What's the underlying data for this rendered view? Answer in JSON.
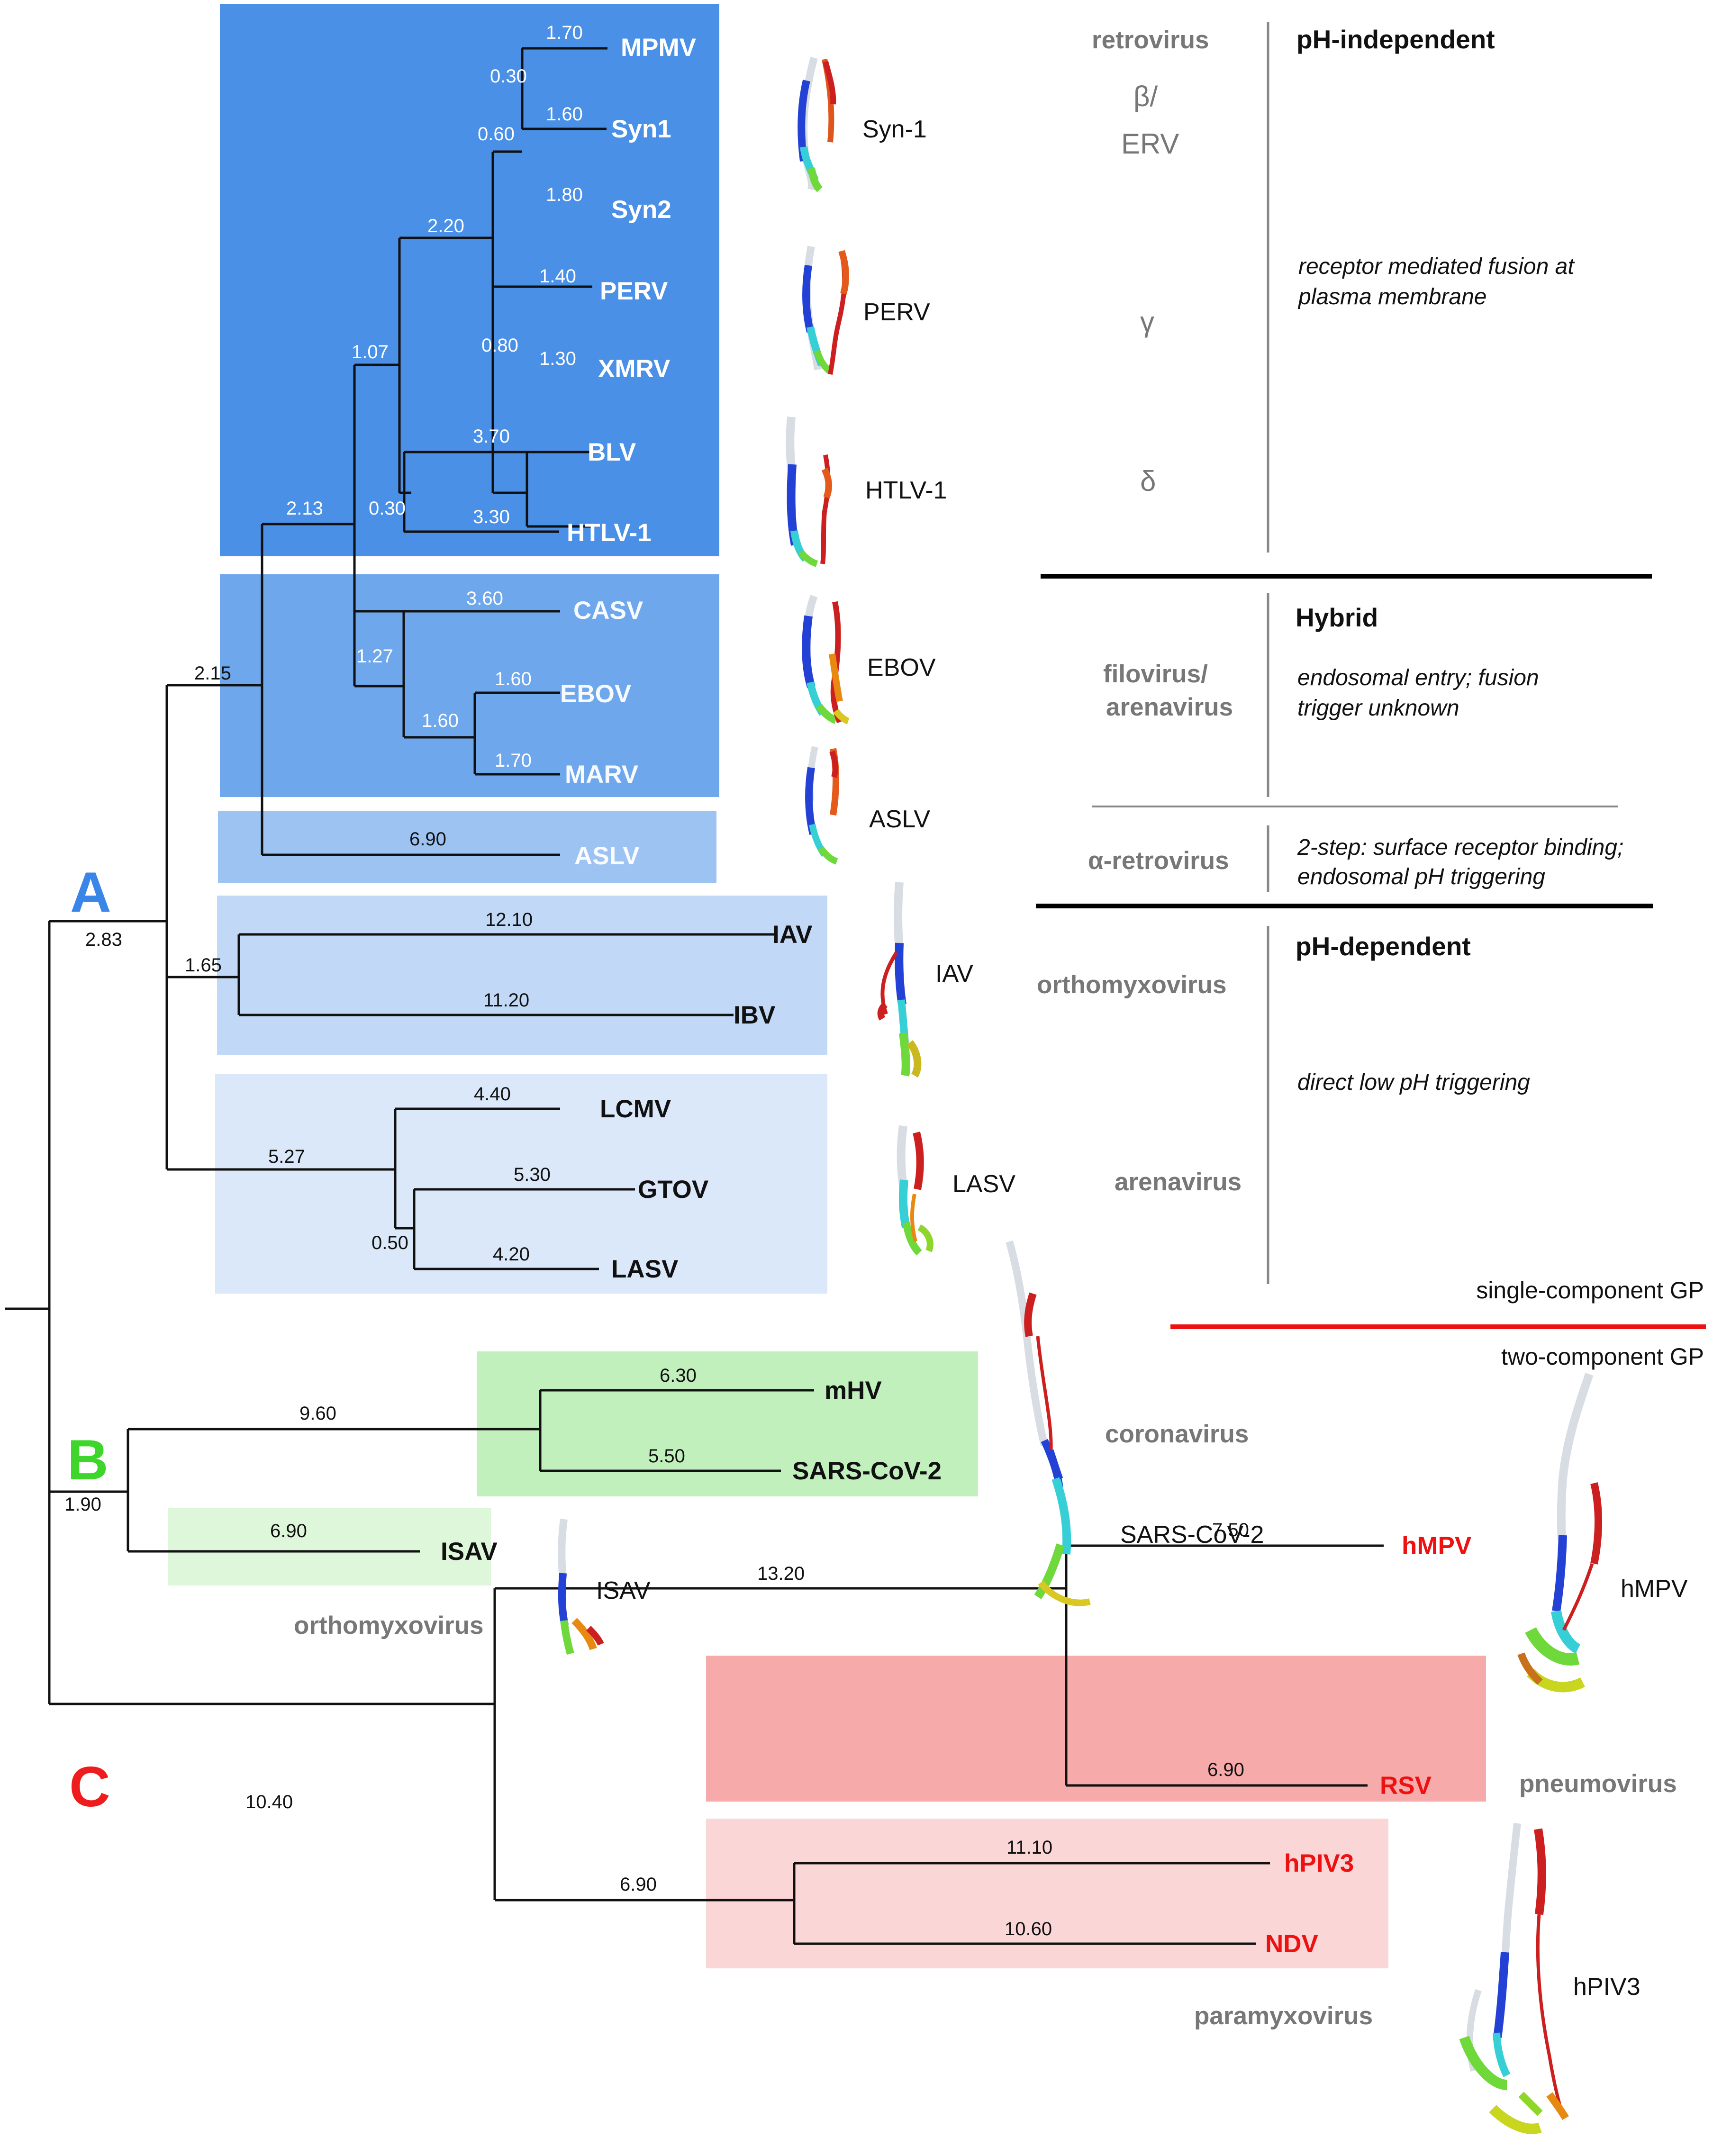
{
  "clades": {
    "a": {
      "label": "A",
      "color": "#3a85e8"
    },
    "b": {
      "label": "B",
      "color": "#3ed62a"
    },
    "c": {
      "label": "C",
      "color": "#ee1c1c"
    }
  },
  "branch_labels": {
    "root_a": "2.83",
    "root_b": "1.90",
    "root_c": "10.40",
    "n_a1": "2.15",
    "n_a2": "1.65",
    "n_a3": "5.27",
    "n_ret": "2.13",
    "n_ret2": "1.07",
    "n_ret3": "2.20",
    "n_ret4": "0.60",
    "n_ret5": "0.30",
    "n_ret6": "0.80",
    "n_ret7": "0.30",
    "n_fil": "1.27",
    "n_fil2": "1.60",
    "mpmv": "1.70",
    "syn1": "1.60",
    "syn2": "1.80",
    "perv": "1.40",
    "xmrv": "1.30",
    "blv": "3.70",
    "htlv1": "3.30",
    "casv": "3.60",
    "ebov": "1.60",
    "marv": "1.70",
    "aslv": "6.90",
    "iav": "12.10",
    "ibv": "11.20",
    "lcmv": "4.40",
    "gtov": "5.30",
    "lasv": "4.20",
    "n_are": "0.50",
    "n_b1": "9.60",
    "mhv": "6.30",
    "sars": "5.50",
    "isav": "6.90",
    "n_c1": "13.20",
    "hmpv": "7.50",
    "rsv": "6.90",
    "n_c2": "6.90",
    "hpiv3": "11.10",
    "ndv": "10.60"
  },
  "tips": {
    "mpmv": "MPMV",
    "syn1": "Syn1",
    "syn2": "Syn2",
    "perv": "PERV",
    "xmrv": "XMRV",
    "blv": "BLV",
    "htlv1": "HTLV-1",
    "casv": "CASV",
    "ebov": "EBOV",
    "marv": "MARV",
    "aslv": "ASLV",
    "iav": "IAV",
    "ibv": "IBV",
    "lcmv": "LCMV",
    "gtov": "GTOV",
    "lasv": "LASV",
    "mhv": "mHV",
    "sars": "SARS-CoV-2",
    "isav": "ISAV",
    "hmpv": "hMPV",
    "rsv": "RSV",
    "hpiv3": "hPIV3",
    "ndv": "NDV"
  },
  "structures": {
    "syn1": "Syn-1",
    "perv": "PERV",
    "htlv1": "HTLV-1",
    "ebov": "EBOV",
    "aslv": "ASLV",
    "iav": "IAV",
    "lasv": "LASV",
    "sars": "SARS-CoV-2",
    "isav": "ISAV",
    "hmpv": "hMPV",
    "hpiv3": "hPIV3"
  },
  "families": {
    "retrovirus": "retrovirus",
    "beta_erv_1": "β/",
    "beta_erv_2": "ERV",
    "gamma": "γ",
    "delta": "δ",
    "filo_1": "filovirus/",
    "filo_2": "arenavirus",
    "alpha_retro": "α-retrovirus",
    "orthomyxo": "orthomyxovirus",
    "arena": "arenavirus",
    "corona": "coronavirus",
    "orthomyxo_b": "orthomyxovirus",
    "pneumo": "pneumovirus",
    "paramyxo": "paramyxovirus"
  },
  "mechanisms": {
    "ph_independent": "pH-independent",
    "ph_independent_desc_1": "receptor mediated fusion at",
    "ph_independent_desc_2": "plasma membrane",
    "hybrid": "Hybrid",
    "hybrid_desc_1": "endosomal entry; fusion",
    "hybrid_desc_2": "trigger unknown",
    "alpha_desc_1": "2-step: surface receptor binding;",
    "alpha_desc_2": "endosomal pH triggering",
    "ph_dependent": "pH-dependent",
    "ph_dependent_desc": "direct low pH triggering"
  },
  "legend": {
    "single": "single-component GP",
    "two": "two-component GP",
    "divider_color": "#ee1111"
  },
  "box_colors": {
    "retro": "#4a90e6",
    "filo": "#6fa7ec",
    "aslv": "#9cc3f2",
    "orthomyxo_a": "#c1d9f7",
    "arena_a": "#dbe8fa",
    "corona": "#c2f0bd",
    "isav": "#def7da",
    "pneumo": "#f7aaaa",
    "paramyxo": "#fbd6d6"
  }
}
